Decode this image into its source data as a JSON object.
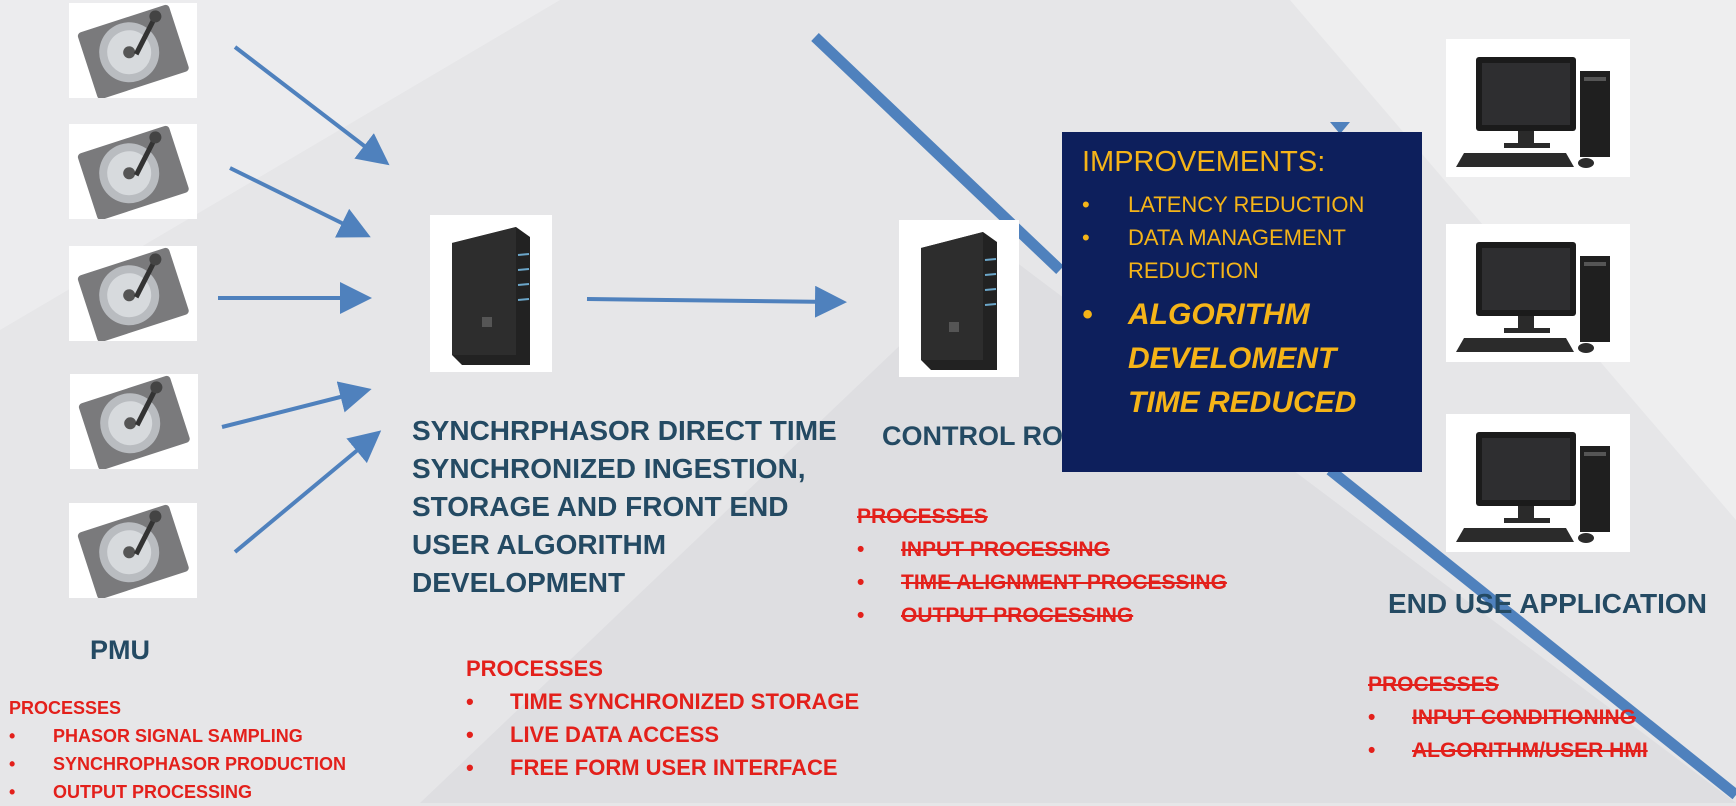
{
  "labels": {
    "pmu": "PMU",
    "synchrophasor": "SYNCHRPHASOR DIRECT TIME SYNCHRONIZED INGESTION, STORAGE AND FRONT END USER ALGORITHM DEVELOPMENT",
    "control_room": "CONTROL RO",
    "end_use": "END USE APPLICATION"
  },
  "pmu_processes": {
    "heading": "PROCESSES",
    "items": [
      "PHASOR SIGNAL SAMPLING",
      "SYNCHROPHASOR PRODUCTION",
      "OUTPUT PROCESSING"
    ]
  },
  "sync_processes": {
    "heading": "PROCESSES",
    "items": [
      "TIME SYNCHRONIZED STORAGE",
      "LIVE DATA ACCESS",
      "FREE FORM USER INTERFACE"
    ]
  },
  "control_processes": {
    "heading": "PROCESSES",
    "items": [
      "INPUT PROCESSING",
      "TIME ALIGNMENT PROCESSING",
      "OUTPUT PROCESSING"
    ]
  },
  "enduse_processes": {
    "heading": "PROCESSES",
    "items": [
      "INPUT CONDITIONING",
      "ALGORITHM/USER HMI"
    ]
  },
  "improvements": {
    "heading": "IMPROVEMENTS:",
    "items": [
      "LATENCY REDUCTION",
      "DATA MANAGEMENT REDUCTION"
    ],
    "highlight": "ALGORITHM DEVELOMENT TIME REDUCED"
  },
  "colors": {
    "title_text": "#244a63",
    "process_red": "#e3201b",
    "arrow_blue": "#4f81bd",
    "panel_navy": "#0d1f5c",
    "panel_gold": "#f5b418"
  },
  "icons": {
    "pmu": "hard-drive-icon",
    "server": "server-tower-icon",
    "workstation": "desktop-computer-icon"
  }
}
